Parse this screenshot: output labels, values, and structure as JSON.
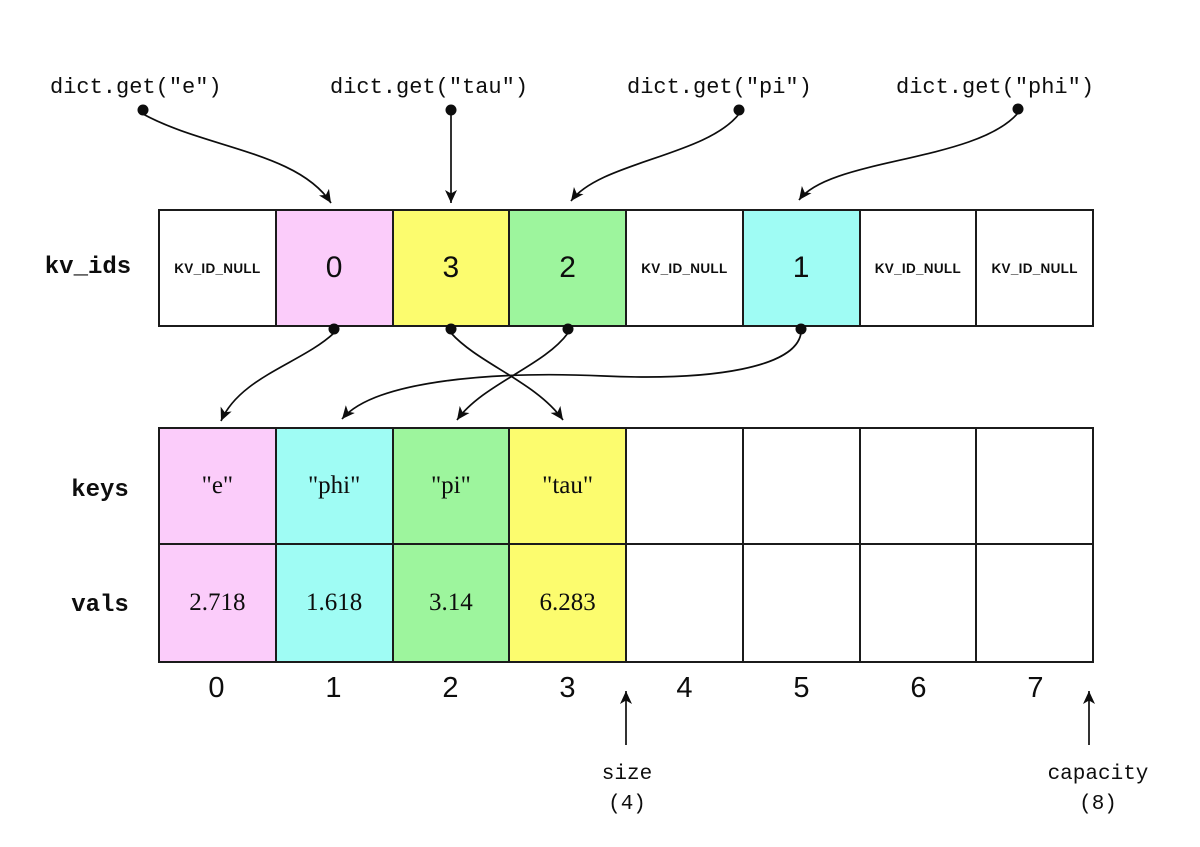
{
  "queries": [
    {
      "label": "dict.get(\"e\")",
      "kv_slot": 1
    },
    {
      "label": "dict.get(\"tau\")",
      "kv_slot": 2
    },
    {
      "label": "dict.get(\"pi\")",
      "kv_slot": 3
    },
    {
      "label": "dict.get(\"phi\")",
      "kv_slot": 5
    }
  ],
  "kv_ids": {
    "label": "kv_ids",
    "cells": [
      "KV_ID_NULL",
      "0",
      "3",
      "2",
      "KV_ID_NULL",
      "1",
      "KV_ID_NULL",
      "KV_ID_NULL"
    ]
  },
  "keys": {
    "label": "keys",
    "cells": [
      "\"e\"",
      "\"phi\"",
      "\"pi\"",
      "\"tau\"",
      "",
      "",
      "",
      ""
    ]
  },
  "vals": {
    "label": "vals",
    "cells": [
      "2.718",
      "1.618",
      "3.14",
      "6.283",
      "",
      "",
      "",
      ""
    ]
  },
  "id_links": [
    {
      "kv_slot": 1,
      "id": 0,
      "points_to_column": 0
    },
    {
      "kv_slot": 2,
      "id": 3,
      "points_to_column": 3
    },
    {
      "kv_slot": 3,
      "id": 2,
      "points_to_column": 2
    },
    {
      "kv_slot": 5,
      "id": 1,
      "points_to_column": 1
    }
  ],
  "indices": [
    "0",
    "1",
    "2",
    "3",
    "4",
    "5",
    "6",
    "7"
  ],
  "size": {
    "label": "size",
    "value": "(4)"
  },
  "capacity": {
    "label": "capacity",
    "value": "(8)"
  },
  "colors": {
    "pink": "#FBCCFA",
    "cyan": "#9FFCF4",
    "green": "#9DF59D",
    "yellow": "#FCFC6E",
    "border": "#1b1b1b",
    "line": "#0d0d0d"
  }
}
